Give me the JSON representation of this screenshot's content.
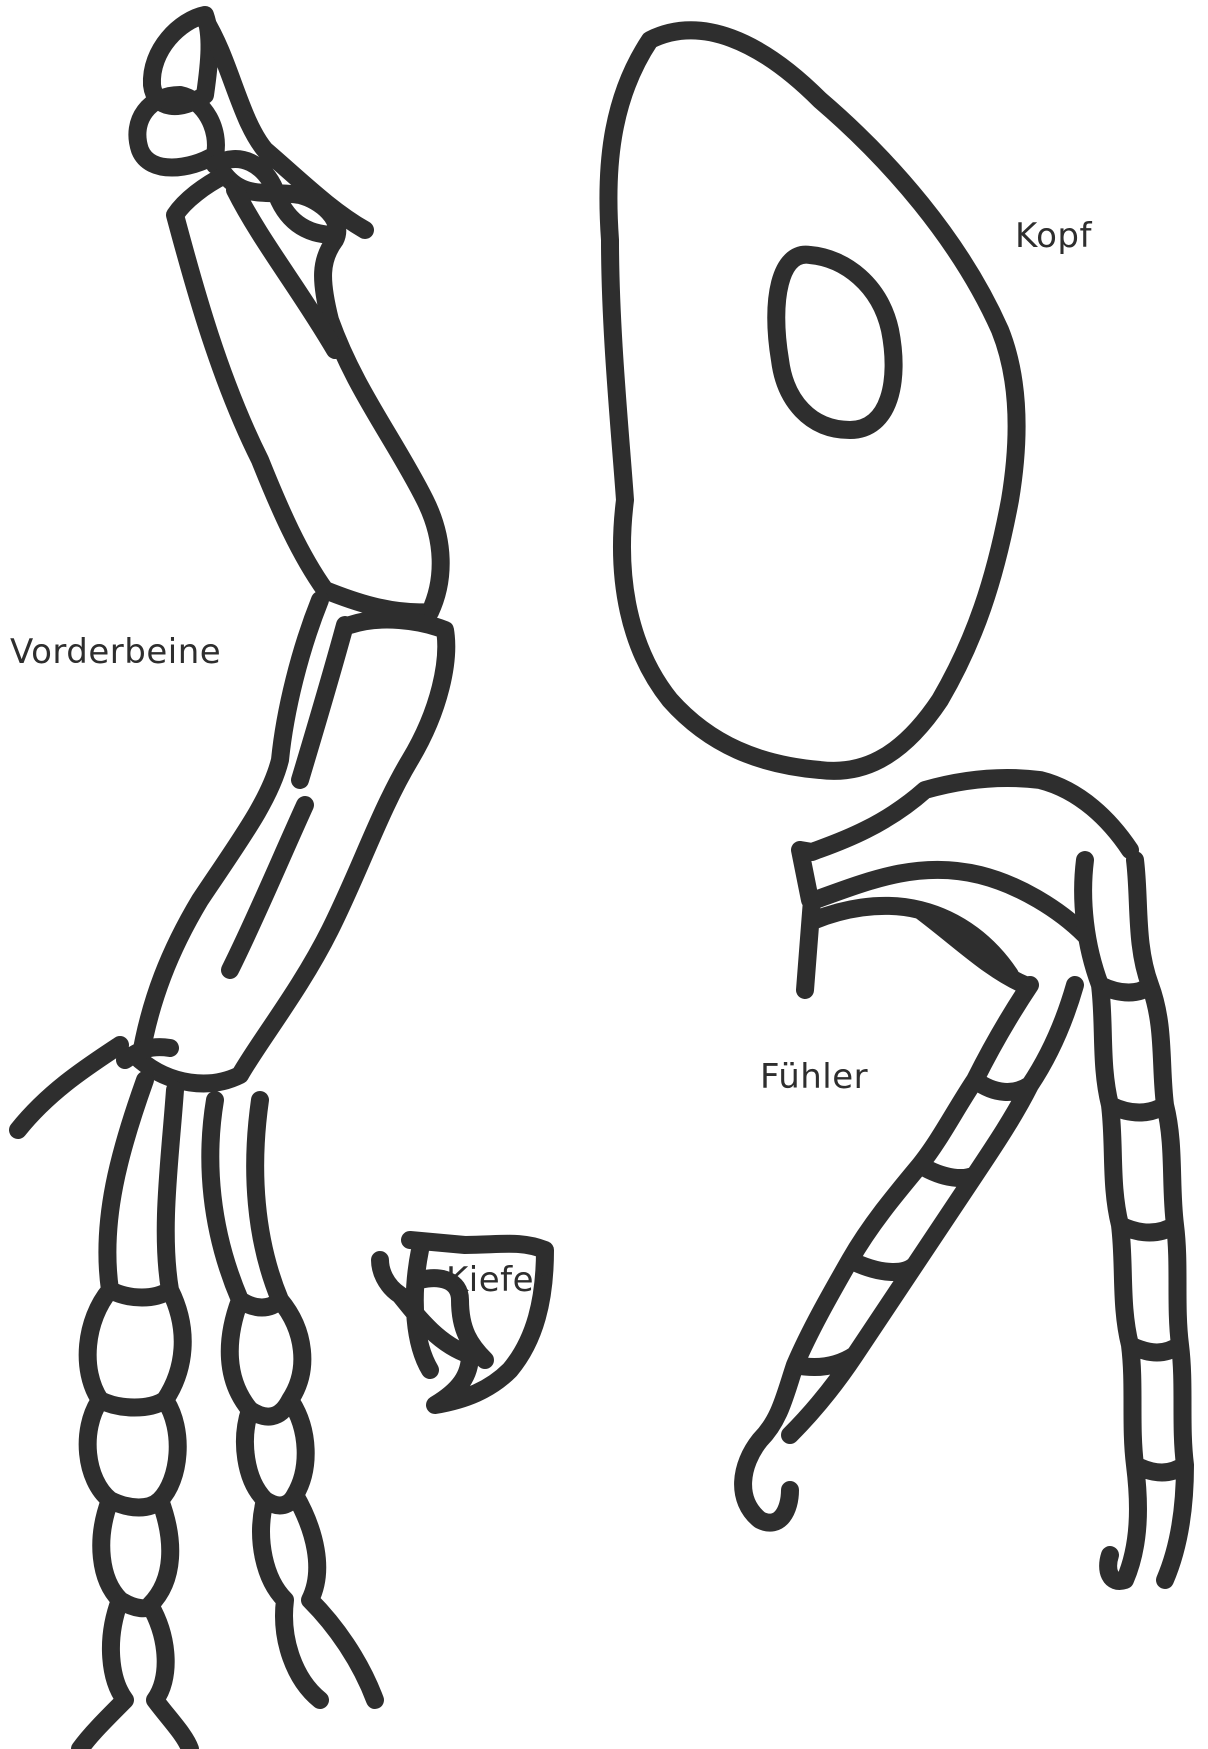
{
  "labels": {
    "forelegs": "Vorderbeine",
    "head": "Kopf",
    "antennae": "Fühler",
    "jaw": "Kiefer"
  },
  "colors": {
    "line": "#2e2e2e",
    "paper": "#ffffff"
  }
}
